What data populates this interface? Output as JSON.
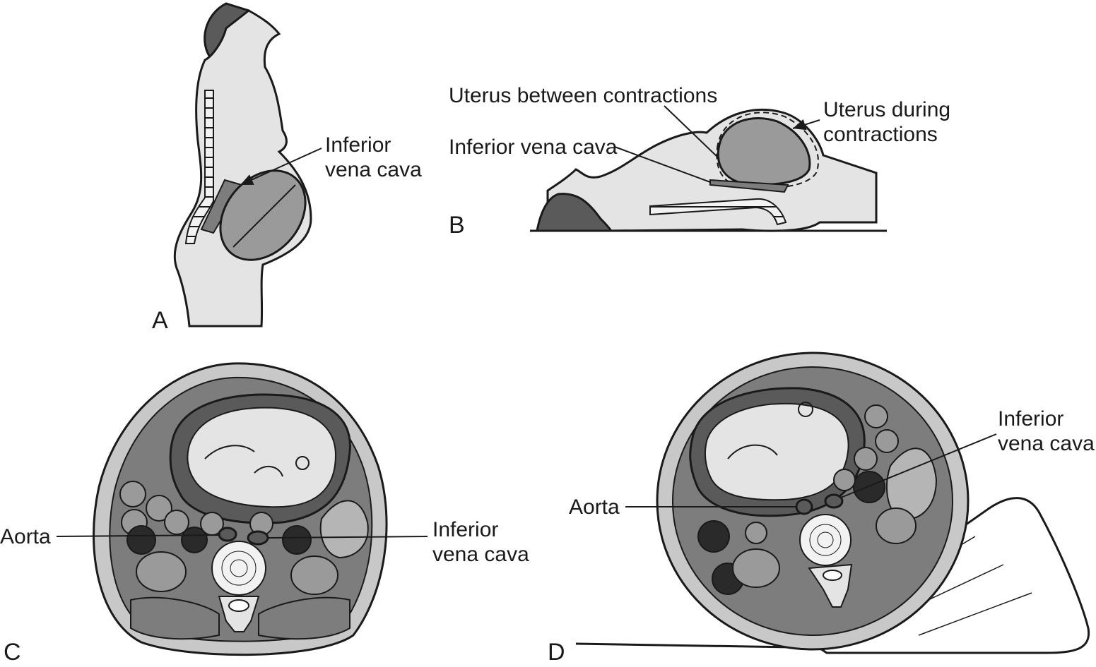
{
  "panels": {
    "a": {
      "letter": "A",
      "label_ivc_line1": "Inferior",
      "label_ivc_line2": "vena cava"
    },
    "b": {
      "letter": "B",
      "label_between": "Uterus between contractions",
      "label_during_line1": "Uterus during",
      "label_during_line2": "contractions",
      "label_ivc": "Inferior vena cava"
    },
    "c": {
      "letter": "C",
      "label_aorta": "Aorta",
      "label_ivc_line1": "Inferior",
      "label_ivc_line2": "vena cava"
    },
    "d": {
      "letter": "D",
      "label_aorta": "Aorta",
      "label_ivc_line1": "Inferior",
      "label_ivc_line2": "vena cava"
    }
  },
  "colors": {
    "skin": "#e4e4e4",
    "uterus": "#9a9a9a",
    "dark": "#5a5a5a",
    "mid": "#7d7d7d",
    "light": "#c8c8c8",
    "line": "#1a1a1a"
  }
}
